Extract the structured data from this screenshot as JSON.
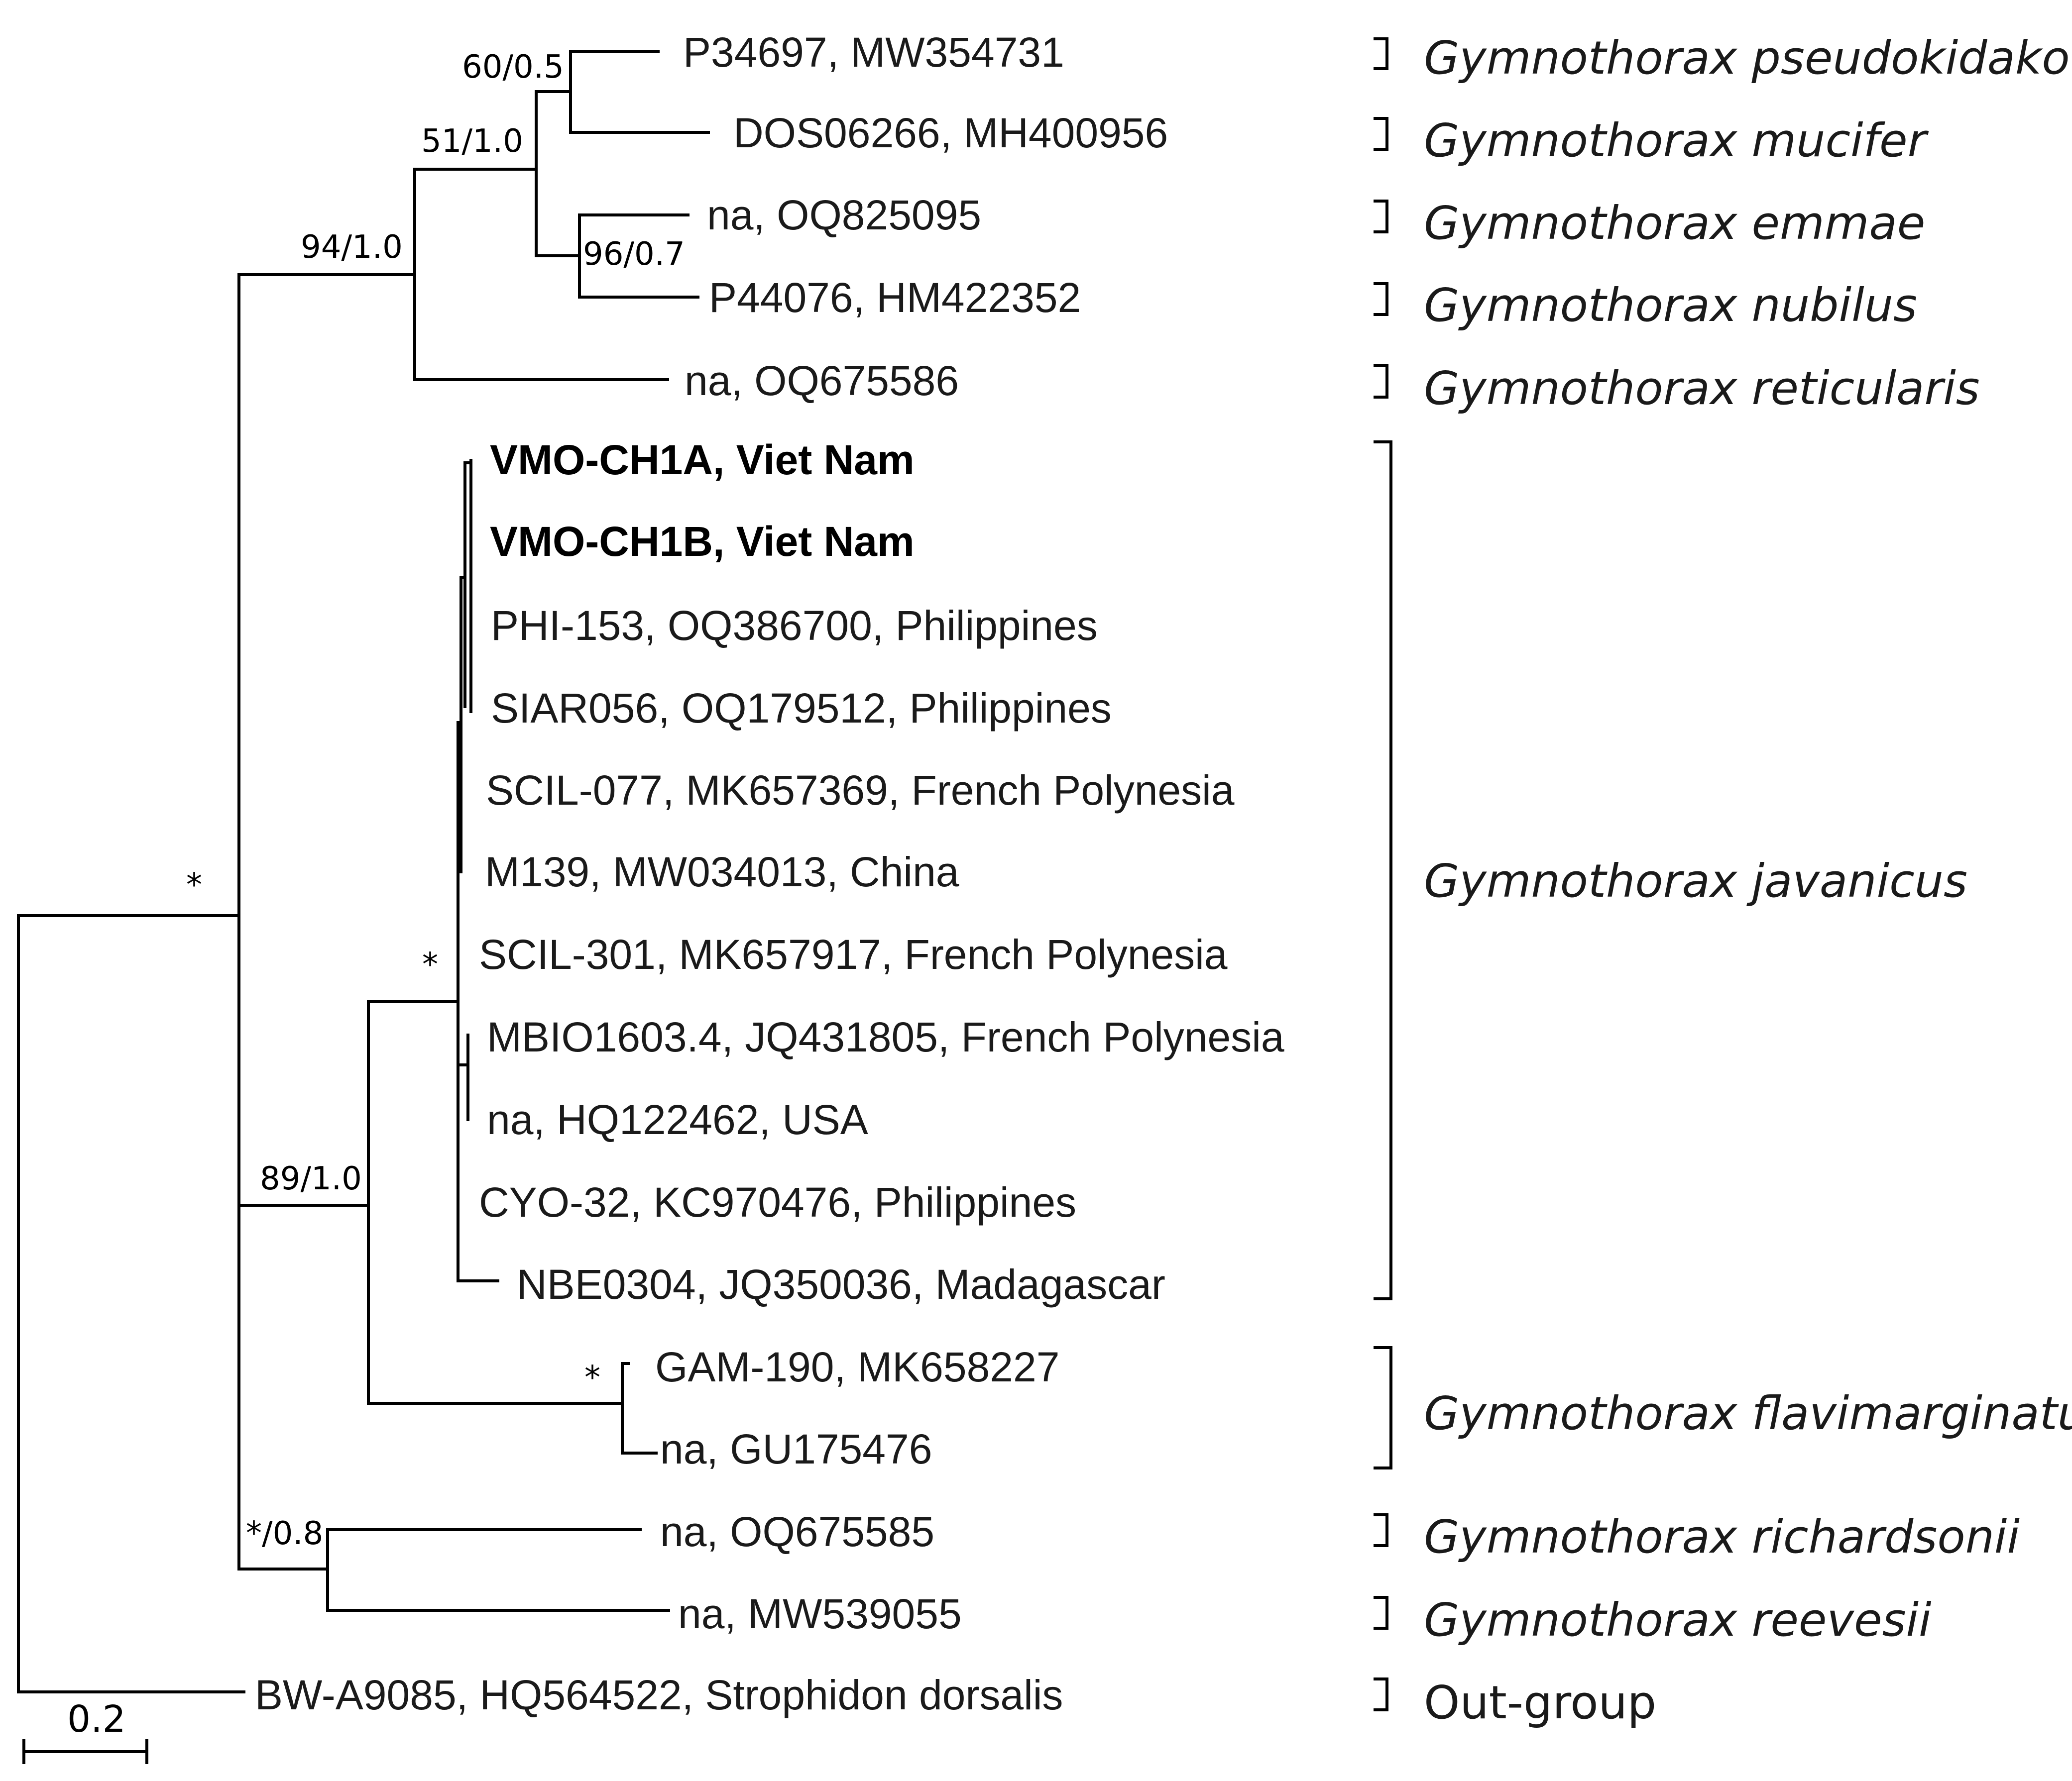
{
  "tips": [
    {
      "label": "P34697, MW354731"
    },
    {
      "label": "DOS06266, MH400956"
    },
    {
      "label": "na, OQ825095"
    },
    {
      "label": "P44076, HM422352"
    },
    {
      "label": "na, OQ675586"
    },
    {
      "label": "VMO-CH1A, Viet Nam",
      "bold": true
    },
    {
      "label": "VMO-CH1B, Viet Nam",
      "bold": true
    },
    {
      "label": "PHI-153, OQ386700, Philippines"
    },
    {
      "label": "SIAR056, OQ179512, Philippines"
    },
    {
      "label": "SCIL-077, MK657369, French Polynesia"
    },
    {
      "label": "M139, MW034013, China"
    },
    {
      "label": "SCIL-301, MK657917, French Polynesia"
    },
    {
      "label": "MBIO1603.4, JQ431805, French Polynesia"
    },
    {
      "label": "na, HQ122462, USA"
    },
    {
      "label": "CYO-32, KC970476, Philippines"
    },
    {
      "label": "NBE0304, JQ350036, Madagascar"
    },
    {
      "label": "GAM-190, MK658227"
    },
    {
      "label": "na, GU175476"
    },
    {
      "label": "na, OQ675585"
    },
    {
      "label": "na, MW539055"
    },
    {
      "label": "BW-A9085, HQ564522, Strophidon dorsalis"
    }
  ],
  "supports": [
    "60/0.5",
    "51/1.0",
    "96/0.7",
    "94/1.0",
    "*",
    "*",
    "89/1.0",
    "*",
    "*/0.8"
  ],
  "species_groups": [
    {
      "name": "Gymnothorax pseudokidako",
      "italic": true
    },
    {
      "name": "Gymnothorax mucifer",
      "italic": true
    },
    {
      "name": "Gymnothorax emmae",
      "italic": true
    },
    {
      "name": "Gymnothorax nubilus",
      "italic": true
    },
    {
      "name": "Gymnothorax reticularis",
      "italic": true
    },
    {
      "name": "Gymnothorax javanicus",
      "italic": true
    },
    {
      "name": "Gymnothorax flavimarginatus",
      "italic": true
    },
    {
      "name": "Gymnothorax richardsonii",
      "italic": true
    },
    {
      "name": "Gymnothorax reevesii",
      "italic": true
    },
    {
      "name": "Out-group",
      "italic": false
    }
  ],
  "scale_bar": {
    "label": "0.2"
  }
}
